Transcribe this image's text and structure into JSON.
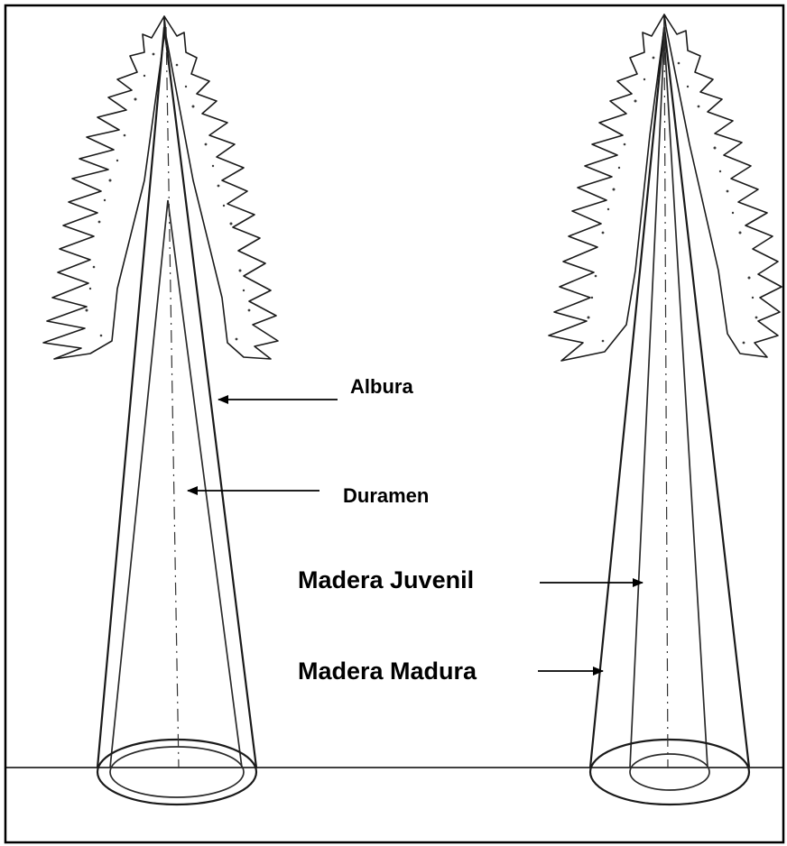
{
  "labels": {
    "albura": "Albura",
    "duramen": "Duramen",
    "madera_juvenil": "Madera Juvenil",
    "madera_madura": "Madera Madura"
  },
  "colors": {
    "ink": "#000000",
    "background": "#ffffff"
  }
}
